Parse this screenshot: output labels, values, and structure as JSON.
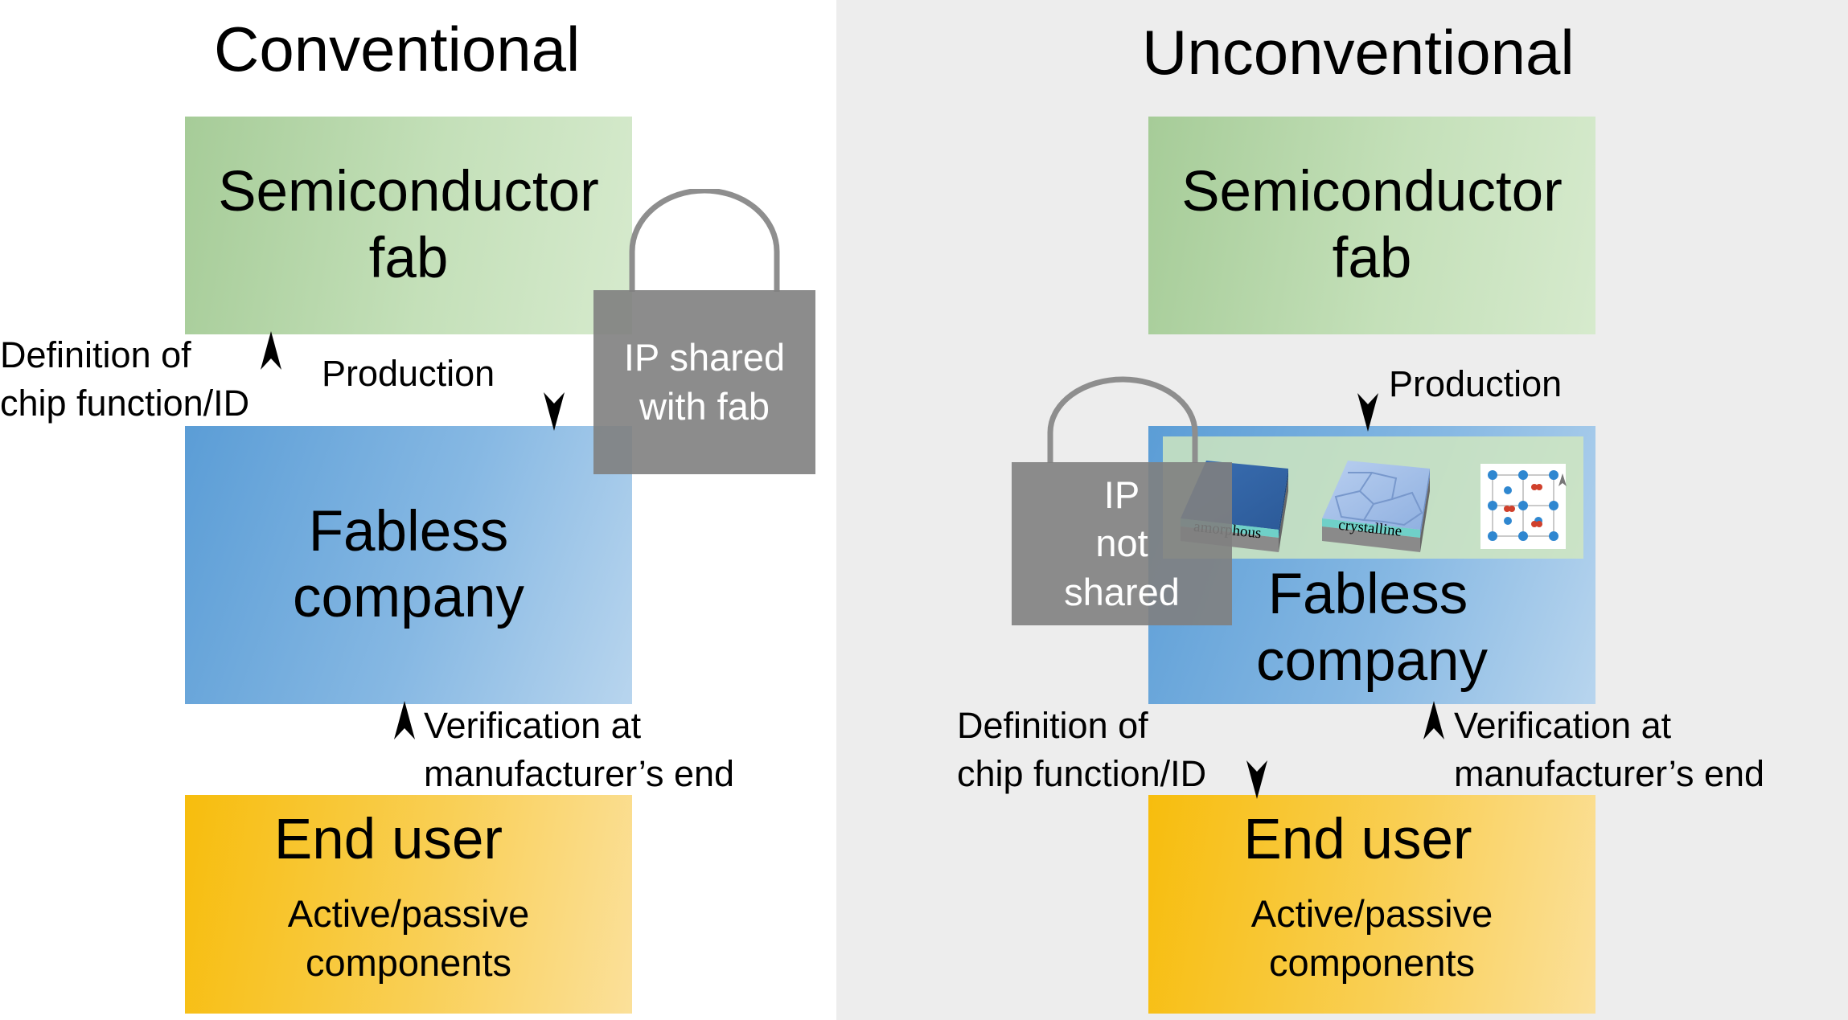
{
  "conventional": {
    "title": "Conventional",
    "fab": {
      "line1": "Semiconductor",
      "line2": "fab"
    },
    "fabless": {
      "line1": "Fabless",
      "line2": "company"
    },
    "end_user": {
      "title": "End user",
      "sub1": "Active/passive",
      "sub2": "components"
    },
    "lock": {
      "line1": "IP shared",
      "line2": "with fab"
    },
    "labels": {
      "definition_line1": "Definition of",
      "definition_line2": "chip function/ID",
      "production": "Production",
      "verification_line1": "Verification at",
      "verification_line2": "manufacturer’s end"
    }
  },
  "unconventional": {
    "title": "Unconventional",
    "fab": {
      "line1": "Semiconductor",
      "line2": "fab"
    },
    "fabless": {
      "line1": "Fabless",
      "line2": "company"
    },
    "end_user": {
      "title": "End user",
      "sub1": "Active/passive",
      "sub2": "components"
    },
    "lock": {
      "line1": "IP not",
      "line2": "shared"
    },
    "labels": {
      "production": "Production",
      "definition_line1": "Definition of",
      "definition_line2": "chip function/ID",
      "verification_line1": "Verification at",
      "verification_line2": "manufacturer’s end"
    },
    "inset": {
      "amorphous_label": "amorphous",
      "crystalline_label": "crystalline"
    }
  },
  "colors": {
    "fab_green": "#b7d7aa",
    "fabless_blue": "#7fb2e0",
    "end_user_yellow": "#f9cc4a",
    "lock_gray": "#808080",
    "right_panel_bg": "#ededed"
  }
}
